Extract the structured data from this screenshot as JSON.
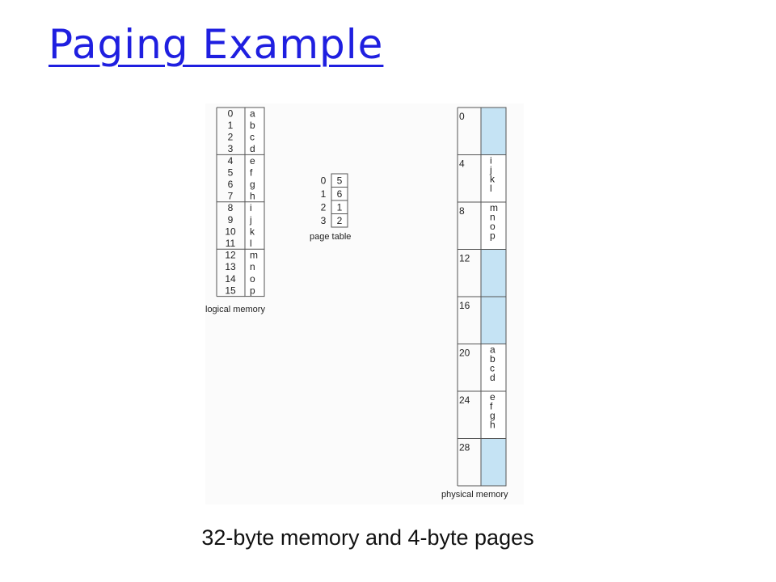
{
  "slide": {
    "title": "Paging Example",
    "caption": "32-byte memory and 4-byte pages"
  },
  "logical_memory": {
    "label": "logical memory",
    "entries": [
      {
        "addr": "0",
        "val": "a"
      },
      {
        "addr": "1",
        "val": "b"
      },
      {
        "addr": "2",
        "val": "c"
      },
      {
        "addr": "3",
        "val": "d"
      },
      {
        "addr": "4",
        "val": "e"
      },
      {
        "addr": "5",
        "val": "f"
      },
      {
        "addr": "6",
        "val": "g"
      },
      {
        "addr": "7",
        "val": "h"
      },
      {
        "addr": "8",
        "val": "i"
      },
      {
        "addr": "9",
        "val": "j"
      },
      {
        "addr": "10",
        "val": "k"
      },
      {
        "addr": "11",
        "val": "l"
      },
      {
        "addr": "12",
        "val": "m"
      },
      {
        "addr": "13",
        "val": "n"
      },
      {
        "addr": "14",
        "val": "o"
      },
      {
        "addr": "15",
        "val": "p"
      }
    ]
  },
  "page_table": {
    "label": "page table",
    "rows": [
      {
        "page": "0",
        "frame": "5"
      },
      {
        "page": "1",
        "frame": "6"
      },
      {
        "page": "2",
        "frame": "1"
      },
      {
        "page": "3",
        "frame": "2"
      }
    ]
  },
  "physical_memory": {
    "label": "physical memory",
    "frames": [
      {
        "addr": "0",
        "contents": []
      },
      {
        "addr": "4",
        "contents": [
          "i",
          "j",
          "k",
          "l"
        ]
      },
      {
        "addr": "8",
        "contents": [
          "m",
          "n",
          "o",
          "p"
        ]
      },
      {
        "addr": "12",
        "contents": []
      },
      {
        "addr": "16",
        "contents": []
      },
      {
        "addr": "20",
        "contents": [
          "a",
          "b",
          "c",
          "d"
        ]
      },
      {
        "addr": "24",
        "contents": [
          "e",
          "f",
          "g",
          "h"
        ]
      },
      {
        "addr": "28",
        "contents": []
      }
    ]
  },
  "colors": {
    "title": "#1f1fe0",
    "frame_fill": "#c5e3f4",
    "border": "#555555",
    "text": "#222222"
  }
}
